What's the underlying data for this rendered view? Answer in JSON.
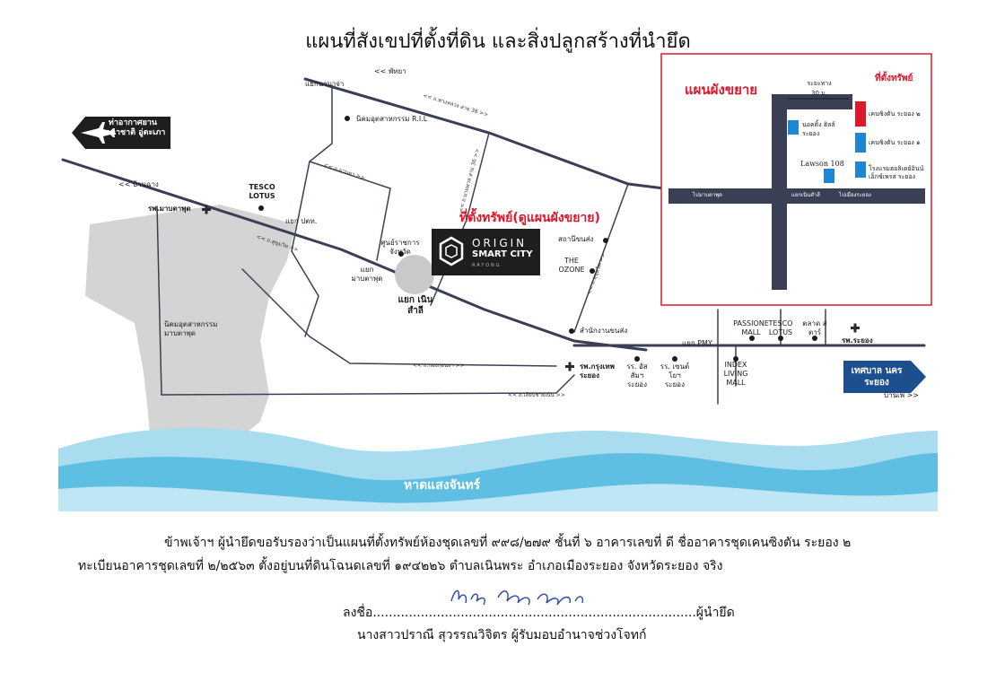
{
  "title": "แผนที่สังเขปที่ตั้งที่ดิน และสิ่งปลูกสร้างที่นำยึด",
  "map": {
    "places": {
      "naval_air": "ท่าอากาศยาน นานาชาติ อู่ตะเภา",
      "pattaya": "<< พัทยา",
      "yaek_nabua": "แยกนาบาจ่า",
      "ril": "นิคมอุตสาหกรรม R.I.L",
      "tesco_lotus": "TESCO LOTUS",
      "hosp_maptaphut": "รพ.มาบตาพุด",
      "yaek_potor": "แยก ปตท.",
      "sukhumvit": "<< ถ.สุขุมวิท >>",
      "yaek_maptaphut": "แยก มาบตาพุด",
      "gov_center": "ศูนย์ราชการ จังหวัด",
      "yaek_noensalee": "แยก เนินสำลี",
      "station_transport": "สถานีขนส่ง",
      "the_ozone": "THE OZONE",
      "transport_office": "สำนักงานขนส่ง",
      "maptaphut_estate": "นิคมอุตสาหกรรม มาบตาพุด",
      "yaek_pmy": "แยก PMY",
      "passione": "PASSIONE MALL",
      "tesco_lotus2": "TESCO LOTUS",
      "khlong_sarn": "ตลาด สตาร์",
      "hosp_rayong": "รพ.ระยอง",
      "hosp_bangkok": "รพ.กรุงเทพ ระยอง",
      "school1": "รร. อัสสัมฯ ระยอง",
      "school2": "รร. เซนต์โยฯ ระยอง",
      "index_mall": "INDEX LIVING MALL",
      "municipality": "เทศบาล นครระยอง",
      "ban_phe": "บ้านเพ >>",
      "ban_chang": "<< บ้านฉาง",
      "motorway36": "<< ถ.บายพาส สาย 36 >>",
      "road_36": "<< ถ.ทางหลวง สาย 36 >>",
      "road_36b": "<< ถ.บายพาส สาย 36 >>",
      "road_sukhumvit2": "<< ถ.สุขุมวิท >>",
      "road_nabua": "<< ถ.มาบตา >>",
      "road_beach": "<< ถ.เลียบชายเนิน >>",
      "road_thakhu": "<< ถ.กองกอนยา >>",
      "property_label": "ที่ตั้งทรัพย์(ดูแผนผังขยาย)",
      "beach": "หาดแสงจันทร์"
    },
    "logo": {
      "line1": "ORIGIN",
      "line2": "SMART CITY",
      "line3": "RAYONG"
    }
  },
  "inset": {
    "title": "แผนผังขยาย",
    "property": "ที่ตั้งทรัพย์",
    "distance": "ระยะทาง",
    "distance_value": "30 ม.",
    "knightsbridge2": "เคนซิงตัน ระยอง ๒",
    "knightsbridge1": "เคนซิงตัน ระยอง ๑",
    "bodyshop": "นอคติ้ง ฮิลล์ ระยอง",
    "lawson": "Lawson 108",
    "hotel": "โรงแรมฮอลิเดย์อินน์ เอ็กซ์เพรส ระยอง",
    "road_left": "ไปมาบตาพุด",
    "road_mid": "แยกเนินสำลี",
    "road_right": "ไปเมืองระยอง"
  },
  "statement": {
    "line1": "ข้าพเจ้าฯ ผู้นำยึดขอรับรองว่าเป็นแผนที่ตั้งทรัพย์ห้องชุดเลขที่ ๙๙๘/๒๗๙ ชั้นที่ ๖ อาคารเลขที่ ดี ชื่ออาคารชุดเคนซิงตัน ระยอง ๒",
    "line2": "ทะเบียนอาคารชุดเลขที่ ๒/๒๕๖๓ ตั้งอยู่บนที่ดินโฉนดเลขที่ ๑๙๔๒๒๖ ตำบลเนินพระ อำเภอเมืองระยอง จังหวัดระยอง จริง",
    "sign_prefix": "ลงชื่อ.................................................................................ผู้นำยึด",
    "signer": "นางสาวปราณี สุวรรณวิจิตร ผู้รับมอบอำนาจช่วงโจทก์"
  },
  "colors": {
    "inset_border": "#e0162b",
    "road_dark": "#3a3f55",
    "accent_red": "#e0162b",
    "blue_building": "#1f86d1",
    "sea_light": "#a9dcef",
    "sea_mid": "#5fbfe2",
    "land_grey": "#d4d4d4",
    "municipality_bg": "#1d4f8f"
  }
}
